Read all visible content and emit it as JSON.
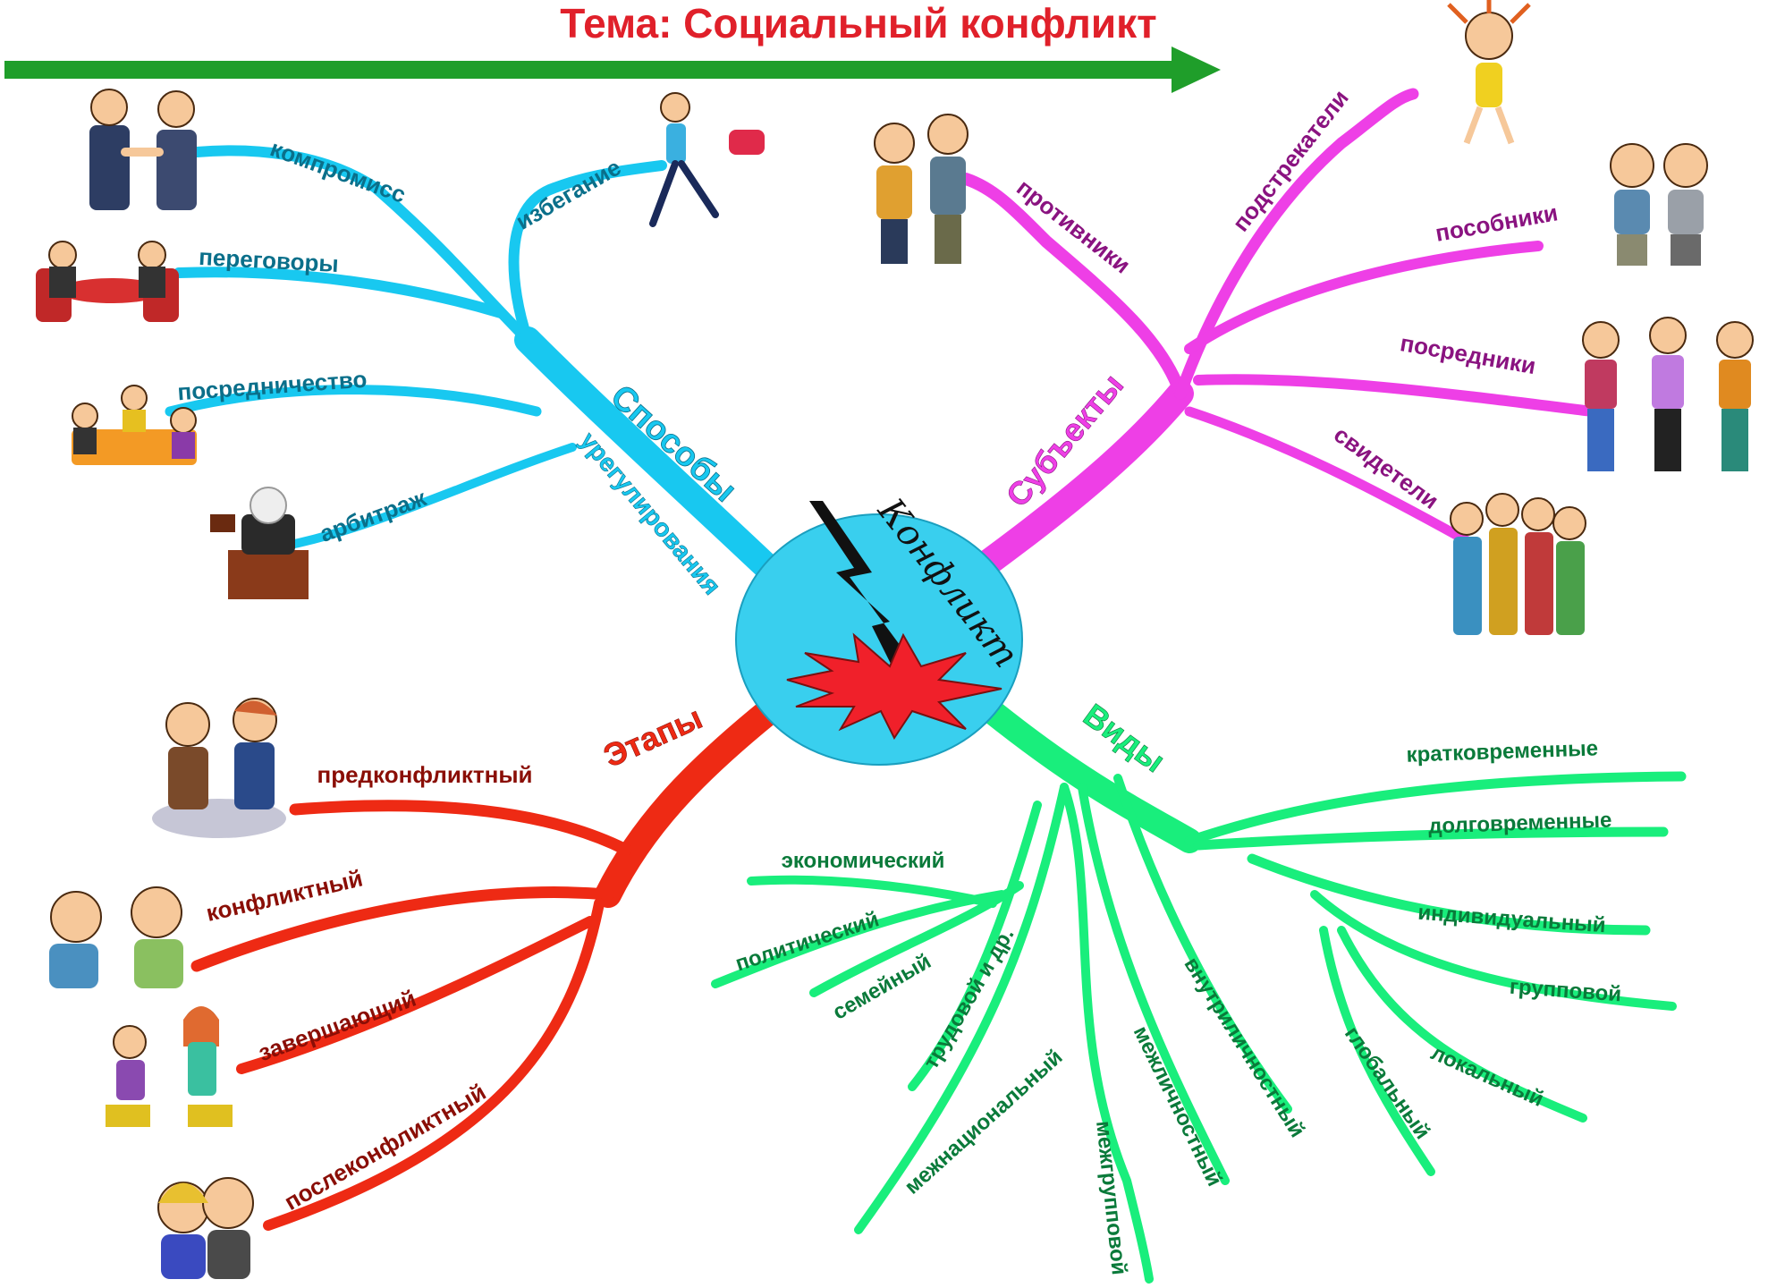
{
  "title": "Тема: Социальный конфликт",
  "colors": {
    "title": "#e0202a",
    "arrow": "#1f9e2a",
    "sposoby": "#18c8f0",
    "subjects": "#ee3fe6",
    "stages": "#ee2a14",
    "types": "#19ee7c",
    "center": "#39cfee"
  },
  "center": {
    "label": "Конфликт",
    "icon": "lightning-burst-icon"
  },
  "sposoby": {
    "label": "Способы",
    "label2": "урегулирования",
    "items": [
      "компромисс",
      "переговоры",
      "посредничество",
      "арбитраж",
      "избегание"
    ]
  },
  "subjects": {
    "label": "Субъекты",
    "items": [
      "противники",
      "подстрекатели",
      "пособники",
      "посредники",
      "свидетели"
    ]
  },
  "stages": {
    "label": "Этапы",
    "items": [
      "предконфликтный",
      "конфликтный",
      "завершающий",
      "послеконфликтный"
    ]
  },
  "types": {
    "label": "Виды",
    "items": [
      "кратковременные",
      "долговременные",
      "индивидуальный",
      "групповой",
      "локальный",
      "глобальный",
      "внутриличностный",
      "межличностный",
      "межгрупповой",
      "межнациональный",
      "трудовой и др.",
      "семейный",
      "политический",
      "экономический"
    ]
  }
}
